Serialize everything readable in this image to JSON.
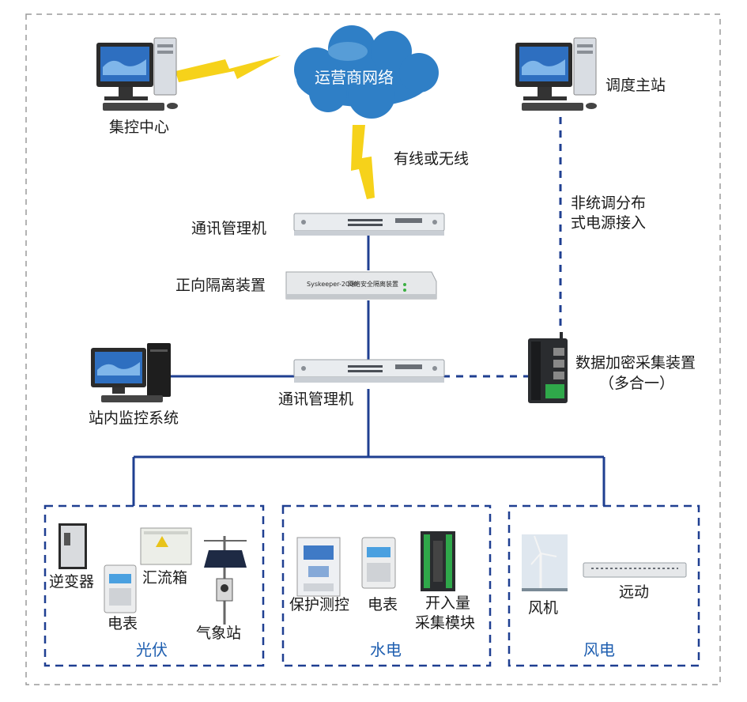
{
  "labels": {
    "cloud": "运营商网络",
    "control_center": "集控中心",
    "dispatch_station": "调度主站",
    "link_type": "有线或无线",
    "non_dispatch_line1": "非统调分布",
    "non_dispatch_line2": "式电源接入",
    "comm_manager_top": "通讯管理机",
    "isolation_device": "正向隔离装置",
    "comm_manager_mid": "通讯管理机",
    "station_monitor": "站内监控系统",
    "encrypt_collector": "数据加密采集装置",
    "encrypt_collector_sub": "（多合一）"
  },
  "groups": {
    "pv": {
      "title": "光伏",
      "inverter": "逆变器",
      "meter": "电表",
      "combiner": "汇流箱",
      "weather": "气象站"
    },
    "hydro": {
      "title": "水电",
      "protection": "保护测控",
      "meter": "电表",
      "io_line1": "开入量",
      "io_line2": "采集模块"
    },
    "wind": {
      "title": "风电",
      "turbine": "风机",
      "rtu": "远动"
    }
  },
  "device_text": {
    "isolator_brand": "Syskeeper-2000",
    "isolator_desc": "网络安全隔离装置"
  },
  "colors": {
    "line": "#1f3f91",
    "dash_border": "#1f3f91",
    "outer_border": "#9a9a9a",
    "lightning": "#f6d21a",
    "cloud": "#2f7fc6",
    "group_title": "#1f5fb0"
  }
}
